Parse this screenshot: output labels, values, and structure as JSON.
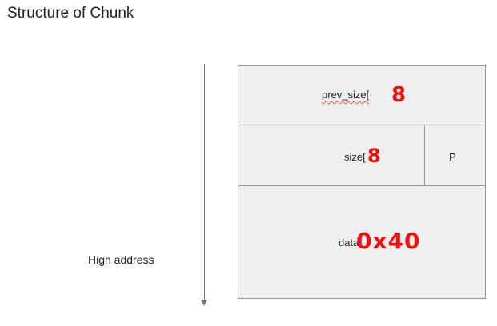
{
  "title": "Structure of Chunk",
  "side_label": "High address",
  "chunk": {
    "prev_size": {
      "label": "prev_size[",
      "handwritten": "8"
    },
    "size": {
      "label": "size[",
      "handwritten": "8",
      "flag_label": "P"
    },
    "data": {
      "label": "data[",
      "handwritten": "0x40"
    }
  },
  "colors": {
    "box_fill": "#efefef",
    "box_border": "#999999",
    "handwriting": "#ee1111",
    "arrow": "#777777"
  }
}
